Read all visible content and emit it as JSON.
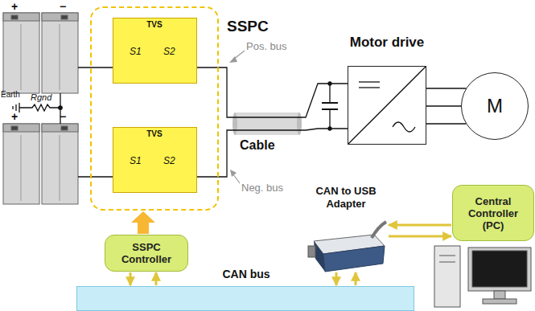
{
  "diagram": {
    "nodes": [
      {
        "text": [
          "SSPC"
        ]
      },
      {
        "text": [
          "TVS",
          "S1",
          "S2"
        ],
        "in": 0
      },
      {
        "text": [
          "TVS",
          "S1",
          "S2"
        ],
        "in": 0
      },
      {
        "text": [
          "Motor drive"
        ]
      },
      {
        "text": [
          "M"
        ]
      },
      {
        "text": [
          "SSPC Controller"
        ]
      },
      {
        "text": [
          "CAN to USB Adapter"
        ]
      },
      {
        "text": [
          "Central Controller (PC)"
        ]
      },
      {
        "text": [
          "CAN bus"
        ]
      }
    ],
    "edges": [
      {
        "from": 5,
        "to": 0,
        "arrow": "to"
      },
      {
        "from": 5,
        "to": 8,
        "arrow": "to"
      },
      {
        "from": 8,
        "to": 5,
        "arrow": "to"
      },
      {
        "from": 6,
        "to": 8,
        "arrow": "to"
      },
      {
        "from": 8,
        "to": 6,
        "arrow": "to"
      },
      {
        "from": 7,
        "to": 6,
        "arrow": "to"
      },
      {
        "from": 6,
        "to": 7,
        "arrow": "to"
      },
      {
        "from": 3,
        "to": 4,
        "arrow": "none"
      }
    ],
    "labels": [
      "+",
      "−",
      "+",
      "−",
      "Earth",
      "Rgnd",
      "Pos. bus",
      "Neg. bus",
      "Cable"
    ]
  }
}
